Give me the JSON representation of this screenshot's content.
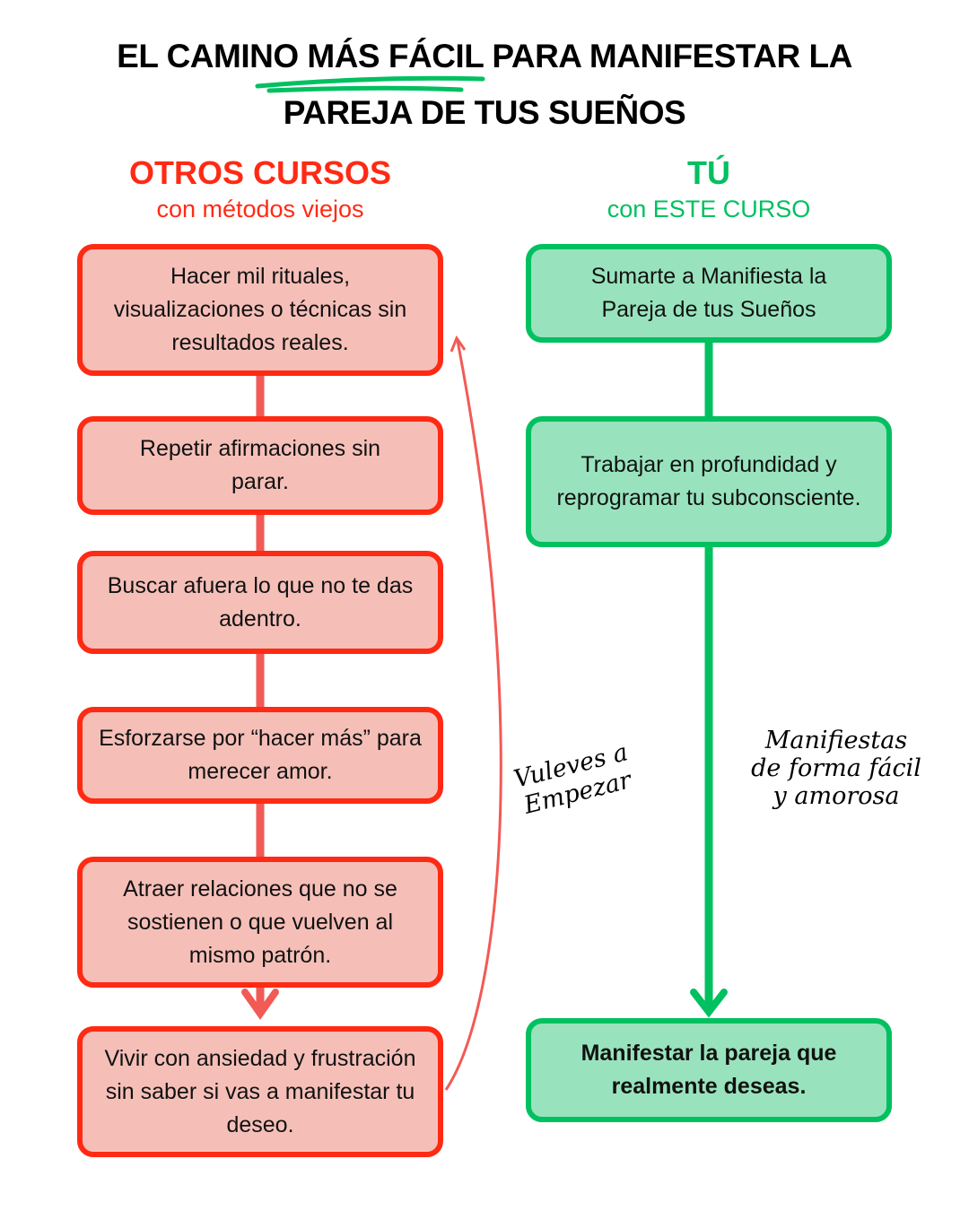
{
  "title": {
    "line1": "EL CAMINO MÁS FÁCIL PARA MANIFESTAR  LA",
    "line2": "PAREJA DE TUS SUEÑOS"
  },
  "left": {
    "heading": "OTROS CURSOS",
    "subheading": "con métodos viejos",
    "steps": [
      "Hacer mil rituales, visualizaciones o técnicas sin resultados reales.",
      "Repetir afirmaciones sin parar.",
      "Buscar afuera lo que no te das adentro.",
      "Esforzarse por “hacer más” para merecer amor.",
      "Atraer relaciones que no se sostienen o que vuelven al mismo patrón.",
      "Vivir con ansiedad y frustración sin saber si vas a manifestar tu deseo."
    ],
    "loop_note": "Vuleves a Empezar"
  },
  "right": {
    "heading": "TÚ",
    "subheading": "con ESTE CURSO",
    "steps": [
      "Sumarte a Manifiesta la Pareja de tus Sueños",
      "Trabajar en profundidad y reprogramar tu subconsciente.",
      "Manifestar la pareja que realmente deseas."
    ],
    "note": "Manifiestas de forma fácil y amorosa"
  },
  "colors": {
    "red": "#ff2a14",
    "red_fill": "#f5bfb8",
    "green": "#00c060",
    "green_fill": "#98e3bd"
  }
}
